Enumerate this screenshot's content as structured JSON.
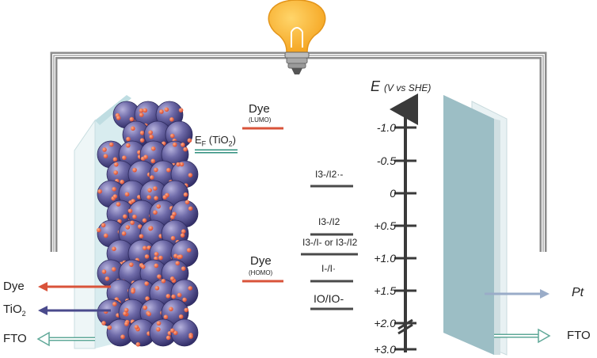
{
  "axis": {
    "title": "E",
    "title_unit": "(V vs SHE)",
    "ticks": [
      "-1.0",
      "-0.5",
      "0",
      "+0.5",
      "+1.0",
      "+1.5",
      "+2.0",
      "+3.0"
    ]
  },
  "levels": {
    "dye_lumo_main": "Dye",
    "dye_lumo_sub": "(LUMO)",
    "dye_homo_main": "Dye",
    "dye_homo_sub": "(HOMO)",
    "fermi_main": "E",
    "fermi_sub": "F",
    "fermi_paren": "(TiO",
    "fermi_sub2": "2",
    "fermi_close": ")"
  },
  "redox": {
    "r1": "I3-/I2·-",
    "r2": "I3-/I2",
    "r3": "I3-/I- or I3-/I2",
    "r4": "I-/I·",
    "r5": "IO/IO-"
  },
  "legend_left": {
    "dye": "Dye",
    "tio2_main": "TiO",
    "tio2_sub": "2",
    "fto": "FTO"
  },
  "legend_right": {
    "pt": "Pt",
    "fto": "FTO"
  },
  "colors": {
    "dye": "#d9533a",
    "tio2": "#4a4a8c",
    "fto": "#8fd0c0",
    "pt": "#9aacc8",
    "bulb": "#f7b32b"
  }
}
